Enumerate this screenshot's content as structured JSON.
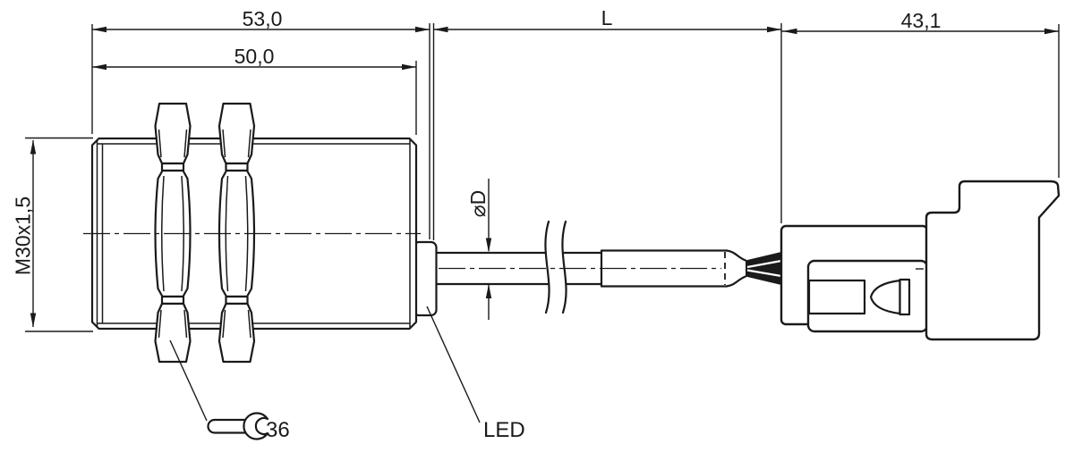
{
  "labels": {
    "dim_total_length": "53,0",
    "dim_thread_length": "50,0",
    "dim_cable_length": "L",
    "dim_connector_length": "43,1",
    "thread_size": "M30x1,5",
    "cable_diameter": "⌀D",
    "wrench_size": "36",
    "led": "LED"
  },
  "colors": {
    "line": "#1a1a1a",
    "background": "#ffffff"
  }
}
